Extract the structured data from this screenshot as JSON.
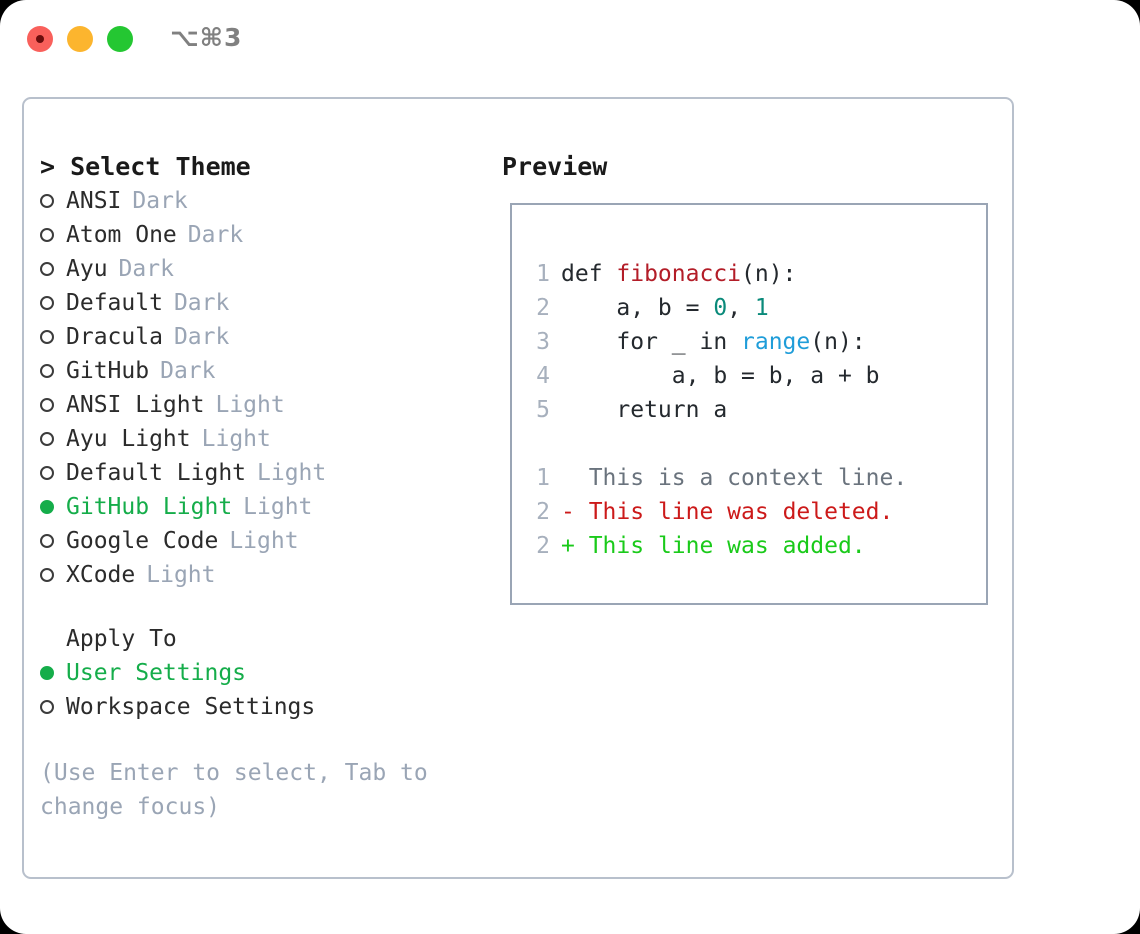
{
  "titlebar": {
    "shortcut": "⌥⌘3",
    "buttons": [
      {
        "name": "close",
        "color": "#f9605b"
      },
      {
        "name": "minimize",
        "color": "#fcb52e"
      },
      {
        "name": "zoom",
        "color": "#24c732"
      }
    ]
  },
  "theme_panel": {
    "heading": "> Select Theme",
    "options": [
      {
        "label": "ANSI",
        "tag": "Dark",
        "selected": false
      },
      {
        "label": "Atom One",
        "tag": "Dark",
        "selected": false
      },
      {
        "label": "Ayu",
        "tag": "Dark",
        "selected": false
      },
      {
        "label": "Default",
        "tag": "Dark",
        "selected": false
      },
      {
        "label": "Dracula",
        "tag": "Dark",
        "selected": false
      },
      {
        "label": "GitHub",
        "tag": "Dark",
        "selected": false
      },
      {
        "label": "ANSI Light",
        "tag": "Light",
        "selected": false
      },
      {
        "label": "Ayu Light",
        "tag": "Light",
        "selected": false
      },
      {
        "label": "Default Light",
        "tag": "Light",
        "selected": false
      },
      {
        "label": "GitHub Light",
        "tag": "Light",
        "selected": true
      },
      {
        "label": "Google Code",
        "tag": "Light",
        "selected": false
      },
      {
        "label": "XCode",
        "tag": "Light",
        "selected": false
      }
    ]
  },
  "apply_to": {
    "heading": "Apply To",
    "options": [
      {
        "label": "User Settings",
        "selected": true
      },
      {
        "label": "Workspace Settings",
        "selected": false
      }
    ]
  },
  "hint": "(Use Enter to select, Tab to change focus)",
  "preview": {
    "heading": "Preview",
    "code_lines": [
      {
        "num": "1",
        "tokens": [
          {
            "t": "def ",
            "c": "plain"
          },
          {
            "t": "fibonacci",
            "c": "fn"
          },
          {
            "t": "(n):",
            "c": "plain"
          }
        ]
      },
      {
        "num": "2",
        "tokens": [
          {
            "t": "    a, b = ",
            "c": "plain"
          },
          {
            "t": "0",
            "c": "num"
          },
          {
            "t": ", ",
            "c": "plain"
          },
          {
            "t": "1",
            "c": "num"
          }
        ]
      },
      {
        "num": "3",
        "tokens": [
          {
            "t": "    for _ in ",
            "c": "plain"
          },
          {
            "t": "range",
            "c": "call"
          },
          {
            "t": "(n):",
            "c": "plain"
          }
        ]
      },
      {
        "num": "4",
        "tokens": [
          {
            "t": "        a, b = b, a + b",
            "c": "plain"
          }
        ]
      },
      {
        "num": "5",
        "tokens": [
          {
            "t": "    return a",
            "c": "plain"
          }
        ]
      }
    ],
    "diff_lines": [
      {
        "num": "1",
        "marker": " ",
        "text": " This is a context line.",
        "kind": "ctx"
      },
      {
        "num": "2",
        "marker": "-",
        "text": " This line was deleted.",
        "kind": "del"
      },
      {
        "num": "2",
        "marker": "+",
        "text": " This line was added.",
        "kind": "add"
      }
    ]
  },
  "colors": {
    "selection_green": "#15ad4a",
    "muted": "#9aa5b5",
    "diff_added": "#1aca1a",
    "diff_deleted": "#cc1a1a",
    "diff_context": "#6a737d",
    "syntax_function": "#b31d28",
    "syntax_number": "#0a8a7a",
    "syntax_call": "#1f9dd9",
    "panel_border": "#b8c0cc"
  }
}
